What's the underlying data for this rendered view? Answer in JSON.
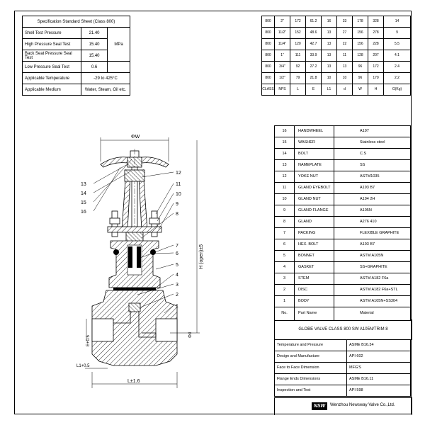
{
  "spec": {
    "title": "Specification Standard Sheet (Class 800)",
    "unit": "MPa",
    "rows": [
      {
        "label": "Shell Test Pressure",
        "value": "21.40"
      },
      {
        "label": "High Pressure Seal Test",
        "value": "15.40"
      },
      {
        "label": "Back Seat Pressure Seal Test",
        "value": "15.40"
      },
      {
        "label": "Low Pressure Seal Test",
        "value": "0.6"
      },
      {
        "label": "Applicable Temperature",
        "value": "-29 to 425°C"
      },
      {
        "label": "Applicable Medium",
        "value": "Water, Steam, Oil etc."
      }
    ]
  },
  "dims": {
    "rows": [
      [
        "800",
        "2\"",
        "172",
        "61.2",
        "16",
        "33",
        "178",
        "328",
        "14"
      ],
      [
        "800",
        "11/2\"",
        "152",
        "48.6",
        "13",
        "27",
        "156",
        "278",
        "9"
      ],
      [
        "800",
        "11/4\"",
        "120",
        "42.7",
        "13",
        "22",
        "156",
        "228",
        "5.5"
      ],
      [
        "800",
        "1\"",
        "111",
        "33.9",
        "13",
        "11",
        "128",
        "207",
        "4.1"
      ],
      [
        "800",
        "3/4\"",
        "92",
        "27.2",
        "13",
        "13",
        "96",
        "172",
        "2.4"
      ],
      [
        "800",
        "1/2\"",
        "79",
        "21.8",
        "10",
        "10",
        "96",
        "170",
        "2.2"
      ]
    ],
    "header": [
      "CLASS",
      "NPS",
      "L",
      "E",
      "L1",
      "d",
      "W",
      "H",
      "G(Kg)"
    ]
  },
  "parts": {
    "rows": [
      {
        "no": "16",
        "name": "HANDWHEEL",
        "material": "A197"
      },
      {
        "no": "15",
        "name": "WASHER",
        "material": "Stainless steel"
      },
      {
        "no": "14",
        "name": "BOLT",
        "material": "C.S"
      },
      {
        "no": "13",
        "name": "NAMEPLATE",
        "material": "SS"
      },
      {
        "no": "12",
        "name": "YOKE NUT",
        "material": "ASTM1035"
      },
      {
        "no": "11",
        "name": "GLAND EYEBOLT",
        "material": "A193 B7"
      },
      {
        "no": "10",
        "name": "GLAND NUT",
        "material": "A194 2H"
      },
      {
        "no": "9",
        "name": "GLAND FLANGE",
        "material": "A105N"
      },
      {
        "no": "8",
        "name": "GLAND",
        "material": "A276 410"
      },
      {
        "no": "7",
        "name": "PACKING",
        "material": "FLEXIBLE GRAPHITE"
      },
      {
        "no": "6",
        "name": "HEX. BOLT",
        "material": "A193 B7"
      },
      {
        "no": "5",
        "name": "BONNET",
        "material": "ASTM A105N"
      },
      {
        "no": "4",
        "name": "GASKET",
        "material": "SS+GRAPHITE"
      },
      {
        "no": "3",
        "name": "STEM",
        "material": "ASTM A182 F6a"
      },
      {
        "no": "2",
        "name": "DISC",
        "material": "ASTM A182 F6a+STL"
      },
      {
        "no": "1",
        "name": "BODY",
        "material": "ASTM A105N+SS304"
      }
    ],
    "header": {
      "no": "No.",
      "name": "Part Name",
      "material": "Material"
    }
  },
  "title": "GLOBE VALVE   CLASS 800   SW   A105N/TRIM 8",
  "standards": [
    {
      "label": "Temperature and Pressure",
      "value": "ASME B16.34"
    },
    {
      "label": "Design and Manufacture",
      "value": "API 602"
    },
    {
      "label": "Face to Face Dimension",
      "value": "MFG'S"
    },
    {
      "label": "Flange Ends Dimensions",
      "value": "ASME B16.11"
    },
    {
      "label": "Inspection and Test",
      "value": "API 598"
    }
  ],
  "footer": {
    "logo": "NSW",
    "company": "Wenzhou Newsway Valve Co.,Ltd."
  },
  "drawing": {
    "dim_w": "ΦW",
    "dim_h": "H (open)±5",
    "dim_l": "L±1.6",
    "dim_e": "E+0.5",
    "dim_l1": "L1+0.5",
    "dim_d": "Φd",
    "callouts_left": [
      "13",
      "14",
      "15",
      "16"
    ],
    "callouts_right": [
      "12",
      "11",
      "10",
      "9",
      "8",
      "7",
      "6",
      "5",
      "4",
      "3",
      "2",
      "1"
    ]
  }
}
